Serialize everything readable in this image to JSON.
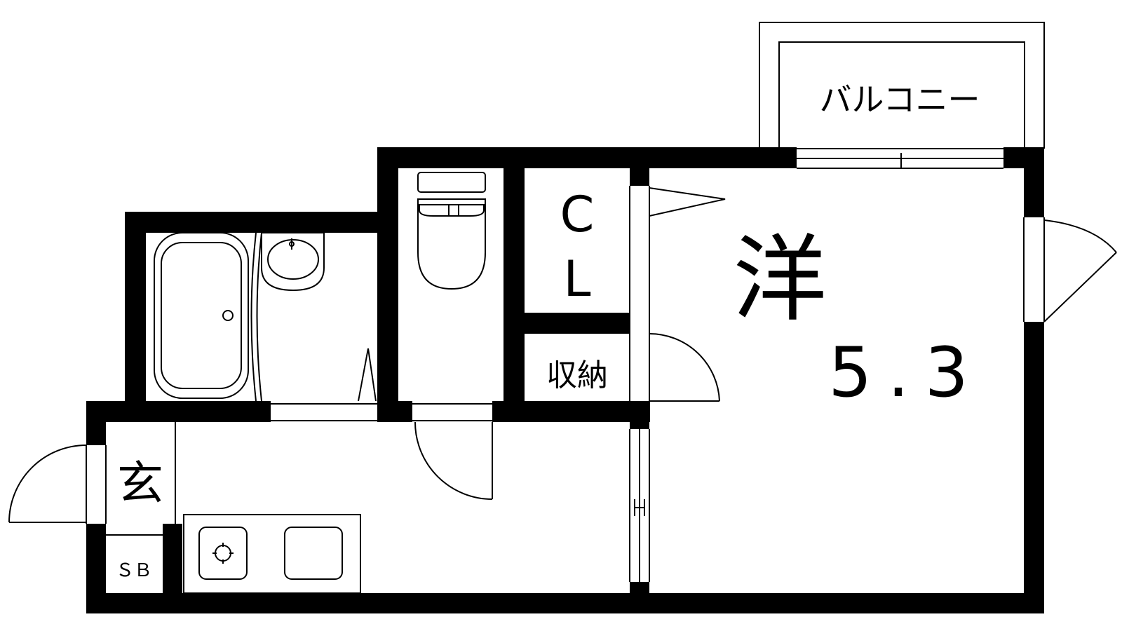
{
  "rooms": {
    "western_room": {
      "kanji": "洋",
      "size": "5.3"
    },
    "closet": {
      "line1": "C",
      "line2": "L"
    },
    "storage": "収納",
    "entrance": "玄",
    "shoe_box": "ＳＢ",
    "balcony": "バルコニー"
  },
  "colors": {
    "wall": "#000000",
    "background": "#ffffff"
  }
}
